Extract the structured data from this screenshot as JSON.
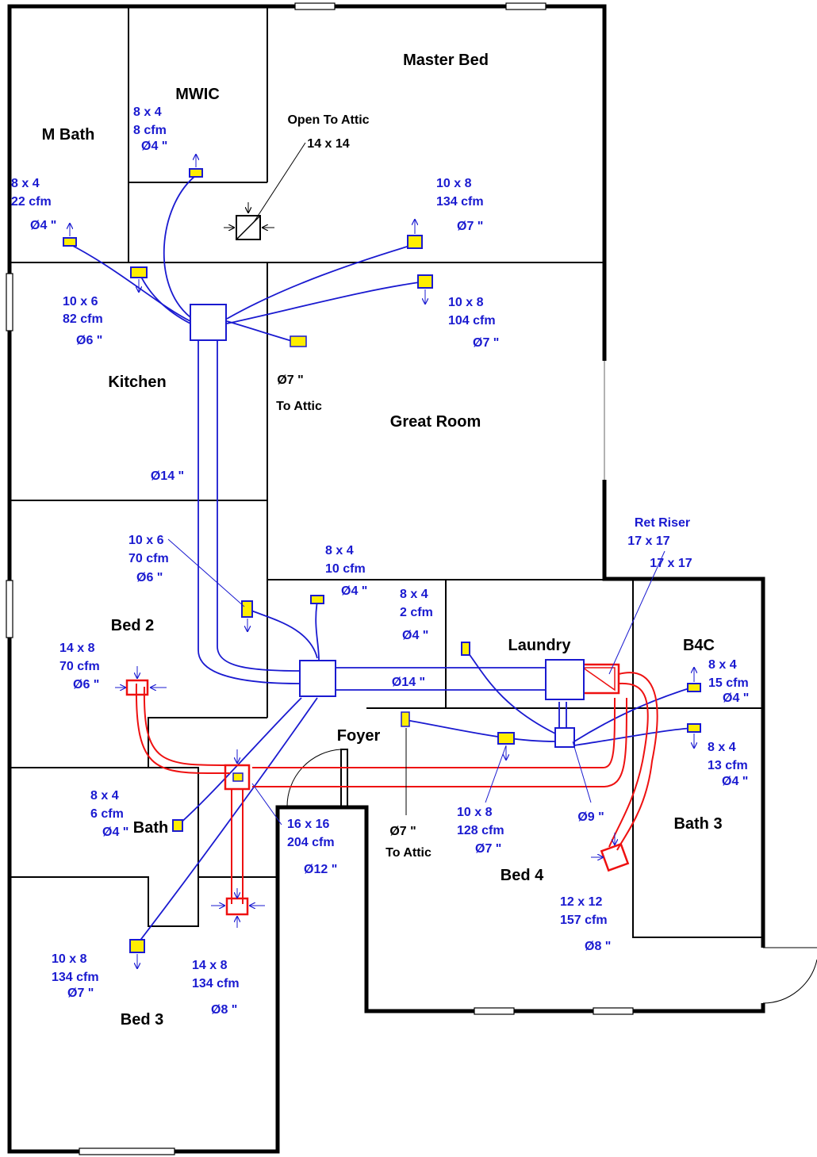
{
  "rooms": {
    "master_bed": "Master Bed",
    "mwic": "MWIC",
    "m_bath": "M Bath",
    "kitchen": "Kitchen",
    "great_room": "Great Room",
    "bed2": "Bed 2",
    "laundry": "Laundry",
    "b4c": "B4C",
    "foyer": "Foyer",
    "bath": "Bath",
    "bath3": "Bath 3",
    "bed4": "Bed 4",
    "bed3": "Bed 3"
  },
  "notes": {
    "open_to_attic": "Open To Attic",
    "open_to_attic_size": "14 x 14",
    "to_attic_upper_dia": "Ø7 \"",
    "to_attic_upper": "To Attic",
    "to_attic_lower_dia": "Ø7 \"",
    "to_attic_lower": "To Attic"
  },
  "ret_riser": {
    "label": "Ret Riser",
    "size": "17 x 17",
    "size2": "17 x 17"
  },
  "registers": {
    "mwic": {
      "size": "8 x 4",
      "cfm": "8 cfm",
      "dia": "Ø4 \""
    },
    "m_bath": {
      "size": "8 x 4",
      "cfm": "22 cfm",
      "dia": "Ø4 \""
    },
    "master_a": {
      "size": "10 x 8",
      "cfm": "134 cfm",
      "dia": "Ø7 \""
    },
    "master_b": {
      "size": "10 x 8",
      "cfm": "104 cfm",
      "dia": "Ø7 \""
    },
    "kitchen": {
      "size": "10 x 6",
      "cfm": "82 cfm",
      "dia": "Ø6 \""
    },
    "bed2_supply": {
      "size": "10 x 6",
      "cfm": "70 cfm",
      "dia": "Ø6 \""
    },
    "hall_a": {
      "size": "8 x 4",
      "cfm": "10 cfm",
      "dia": "Ø4 \""
    },
    "hall_b": {
      "size": "8 x 4",
      "cfm": "2 cfm",
      "dia": "Ø4 \""
    },
    "bed2_return": {
      "size": "14 x 8",
      "cfm": "70 cfm",
      "dia": "Ø6 \""
    },
    "b4c": {
      "size": "8 x 4",
      "cfm": "15 cfm",
      "dia": "Ø4 \""
    },
    "bath3": {
      "size": "8 x 4",
      "cfm": "13 cfm",
      "dia": "Ø4 \""
    },
    "bath": {
      "size": "8 x 4",
      "cfm": "6 cfm",
      "dia": "Ø4 \""
    },
    "central_return": {
      "size": "16 x 16",
      "cfm": "204 cfm",
      "dia": "Ø12 \""
    },
    "bed4_supply": {
      "size": "10 x 8",
      "cfm": "128 cfm",
      "dia": "Ø7 \""
    },
    "bed4_return": {
      "size": "12 x 12",
      "cfm": "157 cfm",
      "dia": "Ø8 \""
    },
    "bed3_supply": {
      "size": "10 x 8",
      "cfm": "134 cfm",
      "dia": "Ø7 \""
    },
    "bed3_return": {
      "size": "14 x 8",
      "cfm": "134 cfm",
      "dia": "Ø8 \""
    }
  },
  "trunks": {
    "main_dia": "Ø14 \"",
    "hall_dia": "Ø14 \"",
    "laundry_dia": "Ø9 \""
  },
  "colors": {
    "supply": "#1a1ad0",
    "return": "#ee1111",
    "register_fill": "#ffee00"
  }
}
